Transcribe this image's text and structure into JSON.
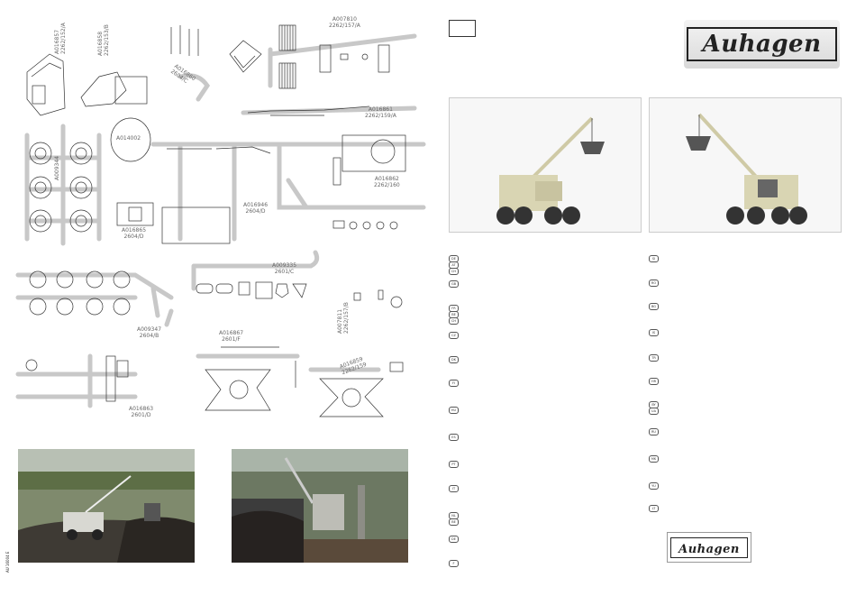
{
  "parts": [
    {
      "id": "p1",
      "number": "A016857",
      "code": "2262/152/A"
    },
    {
      "id": "p2",
      "number": "A016858",
      "code": "2262/153/B"
    },
    {
      "id": "p3",
      "number": "A016860",
      "code": "2604/C"
    },
    {
      "id": "p4",
      "number": "A007810",
      "code": "2262/157/A"
    },
    {
      "id": "p5",
      "number": "A016861",
      "code": "2262/159/A"
    },
    {
      "id": "p6",
      "number": "A014002",
      "code": ""
    },
    {
      "id": "p7",
      "number": "A009344",
      "code": ""
    },
    {
      "id": "p8",
      "number": "A016865",
      "code": "2604/D"
    },
    {
      "id": "p9",
      "number": "A016946",
      "code": "2604/D"
    },
    {
      "id": "p10",
      "number": "A016862",
      "code": "2262/160"
    },
    {
      "id": "p11",
      "number": "A009335",
      "code": "2601/C"
    },
    {
      "id": "p12",
      "number": "A009347",
      "code": "2604/B"
    },
    {
      "id": "p13",
      "number": "A016867",
      "code": "2601/F"
    },
    {
      "id": "p14",
      "number": "A007811",
      "code": "2262/157/B"
    },
    {
      "id": "p15",
      "number": "A016863",
      "code": "2601/D"
    },
    {
      "id": "p16",
      "number": "A016859",
      "code": "2262/159"
    }
  ],
  "languages_left": [
    "DE",
    "AT",
    "CH",
    "GB",
    "FR",
    "BE",
    "CH",
    "CZ",
    "DK",
    "FI",
    "HU",
    "ES",
    "PT",
    "IT",
    "NL",
    "BE",
    "DE",
    "F"
  ],
  "languages_right": [
    "SI",
    "RO",
    "BG",
    "IS",
    "TR",
    "HR",
    "BY",
    "UA",
    "RU",
    "MK",
    "YU",
    "LT"
  ],
  "brand": {
    "name": "Auhagen"
  },
  "article_code": "AU 16004 E",
  "colors": {
    "paper": "#ffffff",
    "sprue": "#c8c8c8",
    "line": "#333333",
    "logo_bg": "#e6e6e6"
  }
}
